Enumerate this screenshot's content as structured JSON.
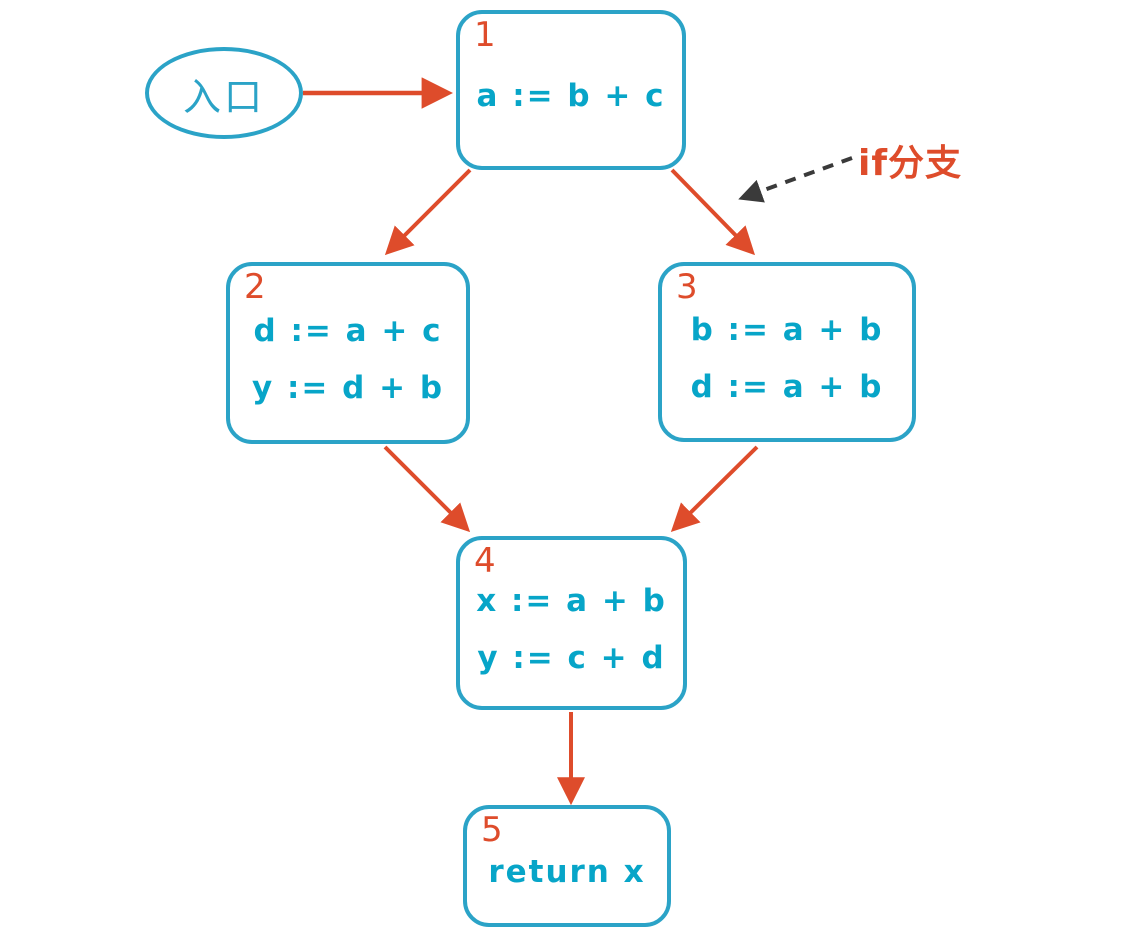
{
  "diagram": {
    "title_hidden": "",
    "colors": {
      "node_stroke": "#2BA3C7",
      "code_text": "#07A5C8",
      "label_number": "#DE4C2B",
      "arrow": "#DE4C2B",
      "annotation_text": "#DE4C2B",
      "dashed_arrow": "#3A3A3A",
      "background": "#FFFFFF"
    },
    "entry": {
      "label": "入口"
    },
    "annotation": {
      "label": "if分支"
    },
    "nodes": [
      {
        "id": "1",
        "number": "1",
        "lines": [
          "a := b + c"
        ]
      },
      {
        "id": "2",
        "number": "2",
        "lines": [
          "d := a + c",
          "y := d + b"
        ]
      },
      {
        "id": "3",
        "number": "3",
        "lines": [
          "b := a + b",
          "d := a + b"
        ]
      },
      {
        "id": "4",
        "number": "4",
        "lines": [
          "x := a + b",
          "y := c + d"
        ]
      },
      {
        "id": "5",
        "number": "5",
        "lines": [
          "return x"
        ]
      }
    ],
    "edges": [
      {
        "from": "entry",
        "to": "1"
      },
      {
        "from": "1",
        "to": "2"
      },
      {
        "from": "1",
        "to": "3"
      },
      {
        "from": "2",
        "to": "4"
      },
      {
        "from": "3",
        "to": "4"
      },
      {
        "from": "4",
        "to": "5"
      }
    ]
  }
}
